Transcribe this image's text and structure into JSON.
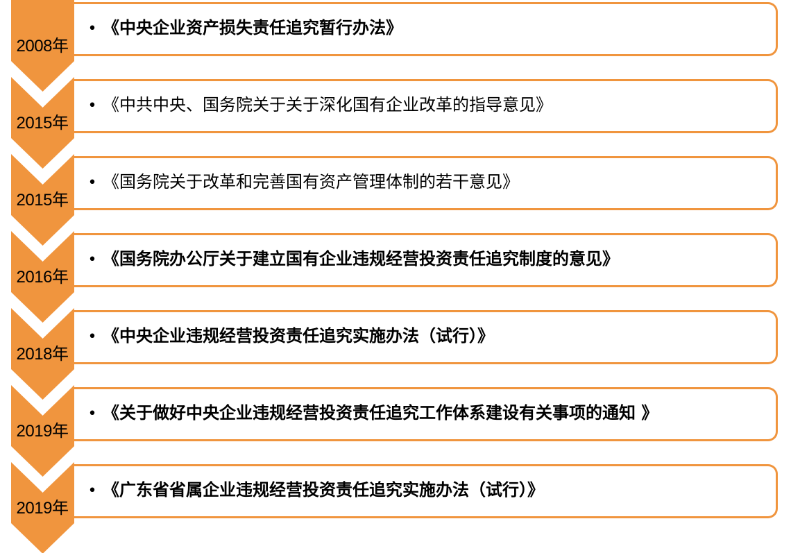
{
  "colors": {
    "chevron": "#f0953e",
    "border": "#f0953e",
    "text": "#000000"
  },
  "bullet": "•",
  "timeline": [
    {
      "year": "2008年",
      "text": "《中央企业资产损失责任追究暂行办法》",
      "bold": true
    },
    {
      "year": "2015年",
      "text": "《中共中央、国务院关于关于深化国有企业改革的指导意见》",
      "bold": false
    },
    {
      "year": "2015年",
      "text": "《国务院关于改革和完善国有资产管理体制的若干意见》",
      "bold": false
    },
    {
      "year": "2016年",
      "text": "《国务院办公厅关于建立国有企业违规经营投资责任追究制度的意见》",
      "bold": true
    },
    {
      "year": "2018年",
      "text": "《中央企业违规经营投资责任追究实施办法（试行）》",
      "bold": true
    },
    {
      "year": "2019年",
      "text": "《关于做好中央企业违规经营投资责任追究工作体系建设有关事项的通知 》",
      "bold": true
    },
    {
      "year": "2019年",
      "text": "《广东省省属企业违规经营投资责任追究实施办法（试行）》",
      "bold": true
    }
  ]
}
